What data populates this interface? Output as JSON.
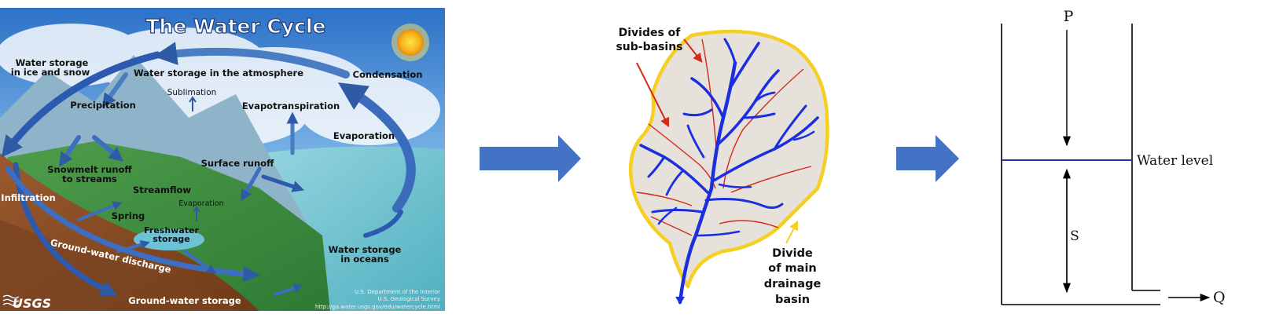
{
  "water_cycle": {
    "title": "The Water Cycle",
    "labels": {
      "ice_snow_1": "Water storage",
      "ice_snow_2": "in ice and snow",
      "atmosphere": "Water storage in the atmosphere",
      "condensation": "Condensation",
      "precipitation": "Precipitation",
      "sublimation": "Sublimation",
      "evapotranspiration": "Evapotranspiration",
      "evaporation": "Evaporation",
      "snowmelt_1": "Snowmelt runoff",
      "snowmelt_2": "to streams",
      "surface_runoff": "Surface runoff",
      "streamflow": "Streamflow",
      "evaporation_small": "Evaporation",
      "infiltration": "Infiltration",
      "spring": "Spring",
      "freshwater_1": "Freshwater",
      "freshwater_2": "storage",
      "gw_discharge": "Ground-water discharge",
      "gw_storage": "Ground-water storage",
      "oceans_1": "Water storage",
      "oceans_2": "in oceans"
    },
    "logo_text": "USGS",
    "credit_1": "U.S. Department of the Interior",
    "credit_2": "U.S. Geological Survey",
    "credit_url": "http://ga.water.usgs.gov/edu/watercycle.html"
  },
  "basin": {
    "sub_divides_1": "Divides of",
    "sub_divides_2": "sub-basins",
    "main_divide_1": "Divide",
    "main_divide_2": "of main",
    "main_divide_3": "drainage",
    "main_divide_4": "basin"
  },
  "tank": {
    "inflow": "P",
    "water_level": "Water level",
    "storage": "S",
    "outflow": "Q"
  },
  "colors": {
    "flow_arrow": "#4472c4",
    "stream_blue": "#1a2fe0",
    "sub_divide_red": "#d42a1a",
    "basin_yellow": "#f5cf22",
    "water_level_line": "#2233aa"
  }
}
